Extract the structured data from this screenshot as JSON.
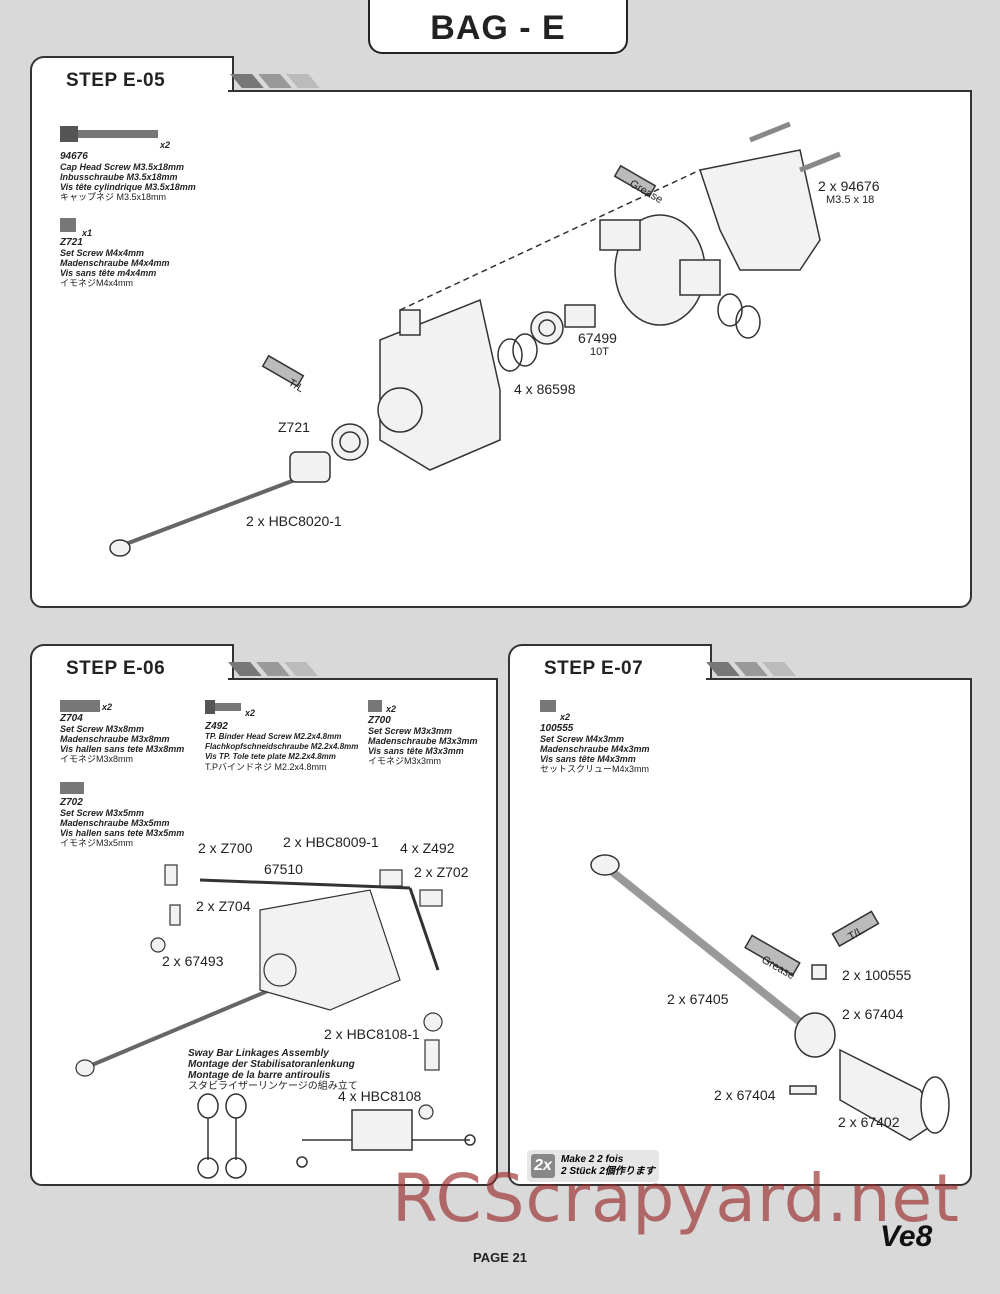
{
  "header": {
    "bag_title": "BAG - E"
  },
  "step_e05": {
    "title": "STEP E-05",
    "parts": [
      {
        "qty": "x2",
        "code": "94676",
        "lines": [
          "Cap Head Screw M3.5x18mm",
          "Inbusschraube M3.5x18mm",
          "Vis tête cylindrique M3.5x18mm"
        ],
        "jp": "キャップネジ M3.5x18mm"
      },
      {
        "qty": "x1",
        "code": "Z721",
        "lines": [
          "Set Screw M4x4mm",
          "Madenschraube M4x4mm",
          "Vis sans tête m4x4mm"
        ],
        "jp": "イモネジM4x4mm"
      }
    ],
    "callouts": {
      "screws": "2 x 94676",
      "screws_sub": "M3.5 x 18",
      "grease": "Grease",
      "pinion": "67499",
      "pinion_sub": "10T",
      "bearings": "4 x 86598",
      "tl": "T/L",
      "setscrew": "Z721",
      "bearing2": "2 x HBC8020-1"
    }
  },
  "step_e06": {
    "title": "STEP E-06",
    "parts": [
      {
        "qty": "x2",
        "code": "Z704",
        "lines": [
          "Set Screw M3x8mm",
          "Madenschraube M3x8mm",
          "Vis  hallen sans tete M3x8mm"
        ],
        "jp": "イモネジM3x8mm"
      },
      {
        "qty": "x2",
        "code": "Z492",
        "lines": [
          "TP. Binder Head Screw M2.2x4.8mm",
          "Flachkopfschneidschraube M2.2x4.8mm",
          "Vis TP. Tole tete plate M2.2x4.8mm"
        ],
        "jp": "T.Pバインドネジ M2.2x4.8mm"
      },
      {
        "qty": "x2",
        "code": "Z700",
        "lines": [
          "Set Screw M3x3mm",
          "Madenschraube M3x3mm",
          "Vis sans tête M3x3mm"
        ],
        "jp": "イモネジM3x3mm"
      },
      {
        "qty": "",
        "code": "Z702",
        "lines": [
          "Set Screw M3x5mm",
          "Madenschraube M3x5mm",
          "Vis  hallen sans tete M3x5mm"
        ],
        "jp": "イモネジM3x5mm"
      }
    ],
    "callouts": {
      "c1": "2 x Z700",
      "c2": "67510",
      "c3": "2 x Z704",
      "c4": "2 x 67493",
      "c5": "2 x HBC8009-1",
      "c6": "4 x Z492",
      "c7": "2 x Z702",
      "c8": "2 x HBC8108-1",
      "c9": "4 x HBC8108"
    },
    "sway_title": [
      "Sway Bar Linkages Assembly",
      "Montage der Stabilisatoranlenkung",
      "Montage de la barre antiroulis"
    ],
    "sway_jp": "スタビライザーリンケージの組み立て"
  },
  "step_e07": {
    "title": "STEP E-07",
    "parts": [
      {
        "qty": "x2",
        "code": "100555",
        "lines": [
          "Set Screw M4x3mm",
          "Madenschraube M4x3mm",
          "Vis sans tête M4x3mm"
        ],
        "jp": "セットスクリューM4x3mm"
      }
    ],
    "callouts": {
      "tl": "T/L",
      "grease": "Grease",
      "c1": "2 x 100555",
      "c2": "2 x 67405",
      "c3": "2 x 67404",
      "c4": "2 x 67404",
      "c5": "2 x 67402"
    },
    "make": {
      "badge": "2x",
      "line1": "Make 2    2 fois",
      "line2": "2 Stück    2個作ります"
    }
  },
  "footer": {
    "page": "PAGE 21",
    "watermark": "RCScrapyard.net",
    "logo": "Ve8"
  }
}
